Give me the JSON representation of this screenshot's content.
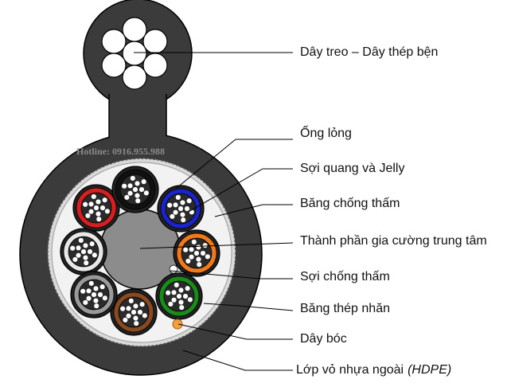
{
  "hotline": "Hotline: 0916.955.988",
  "labels": [
    {
      "key": "messenger",
      "text": "Dây treo – Dây thép bện"
    },
    {
      "key": "loose_tube",
      "text": "Ống lỏng"
    },
    {
      "key": "fiber_jelly",
      "text": "Sợi quang và Jelly"
    },
    {
      "key": "water_block_tape",
      "text": "Băng chống thấm"
    },
    {
      "key": "central_strength",
      "text": "Thành phần gia cường trung tâm"
    },
    {
      "key": "water_block_yarn",
      "text": "Sợi chống thấm"
    },
    {
      "key": "corrugated_steel_tape",
      "text": "Băng thép nhăn"
    },
    {
      "key": "ripcord",
      "text": "Dây bóc"
    },
    {
      "key": "outer_sheath",
      "text": "Lớp vỏ nhựa ngoài",
      "suffix": "(HDPE)"
    }
  ],
  "colors": {
    "jacket": "#3b3b3b",
    "steel_tape": "#d9d9d9",
    "inner_fill": "#f2f2f2",
    "central_member": "#8c8c8c",
    "fiber": "#ffffff",
    "tube_colors": [
      "#e8e8e8",
      "#d42020",
      "#111111",
      "#1a24c8",
      "#f07a1a",
      "#1a8a1a",
      "#8a4a20",
      "#9a9a9a"
    ],
    "ripcord": "#f0a040"
  },
  "icons": [
    "cable-cross-section"
  ]
}
